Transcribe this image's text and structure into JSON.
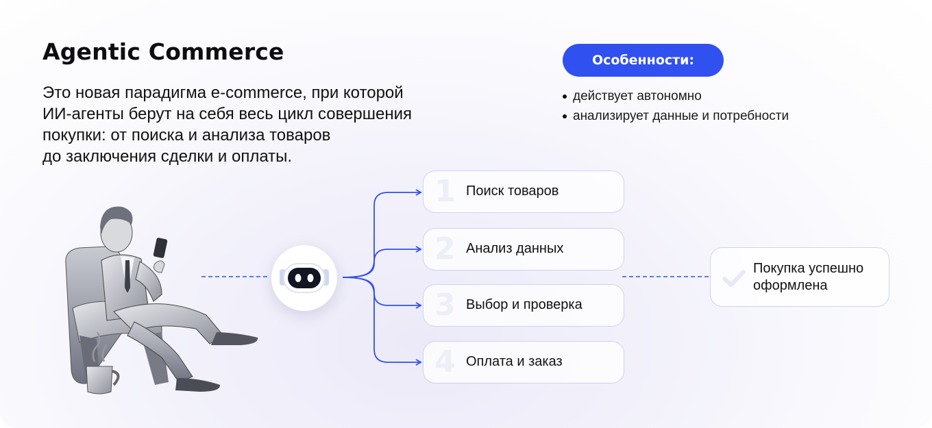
{
  "title": "Agentic Commerce",
  "description": [
    "Это новая парадигма e-commerce, при которой",
    "ИИ-агенты берут на себя весь цикл совершения",
    "покупки: от поиска и анализа товаров",
    "до заключения сделки и оплаты."
  ],
  "features": {
    "heading": "Особенности:",
    "items": [
      "действует автономно",
      "анализирует данные и потребности"
    ]
  },
  "steps": [
    {
      "number": "1",
      "label": "Поиск товаров"
    },
    {
      "number": "2",
      "label": "Анализ данных"
    },
    {
      "number": "3",
      "label": "Выбор и проверка"
    },
    {
      "number": "4",
      "label": "Оплата и заказ"
    }
  ],
  "result": {
    "label": "Покупка успешно оформлена",
    "icon": "check-icon"
  },
  "icons": {
    "agent": "robot-icon",
    "user": "person-illustration"
  },
  "colors": {
    "accent": "#3150f0",
    "border": "#cdd3f2",
    "step_number": "#eceef8"
  }
}
